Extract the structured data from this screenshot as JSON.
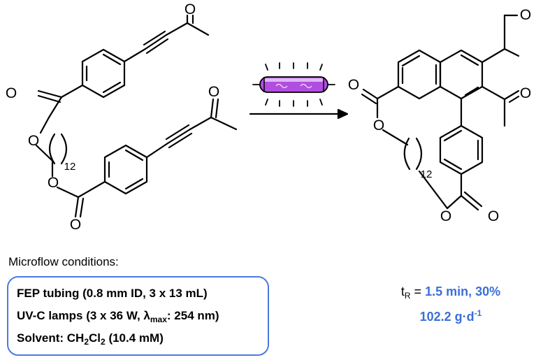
{
  "diagram": {
    "subscript_12": "12",
    "atom_O": "O"
  },
  "conditions": {
    "title": "Microflow conditions:",
    "tubing": "FEP tubing (0.8 mm ID, 3 x 13 mL)",
    "lamps_prefix": "UV-C lamps (3 x 36 W, ",
    "lambda_symbol": "λ",
    "lambda_sub": "max",
    "lamps_suffix": ": 254 nm)",
    "solvent_prefix": "Solvent: CH",
    "solvent_sub1": "2",
    "solvent_mid": "Cl",
    "solvent_sub2": "2",
    "solvent_suffix": " (10.4 mM)"
  },
  "results": {
    "t_symbol": "t",
    "t_sub": "R",
    "equals": " = ",
    "time": "1.5 min",
    "separator": ", ",
    "yield": "30%",
    "productivity_value": "102.2 g·d",
    "productivity_exp": "-1"
  },
  "colors": {
    "accent_blue": "#3a6fd8",
    "lamp_violet": "#b14ee0"
  }
}
